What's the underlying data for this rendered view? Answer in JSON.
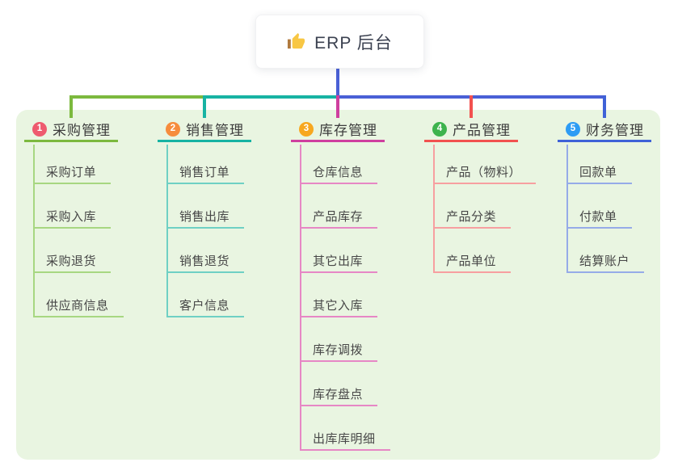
{
  "root": {
    "label": "ERP 后台",
    "icon": "thumbs-up-icon",
    "stem_color": "#4a60d6",
    "box_bg": "#ffffff"
  },
  "panel": {
    "bg_color": "#e9f5e1"
  },
  "branches": [
    {
      "badge": "1",
      "badge_color": "#ee5a6e",
      "label": "采购管理",
      "line_color": "#7cb93e",
      "child_line_color": "#a7d781",
      "children": [
        "采购订单",
        "采购入库",
        "采购退货",
        "供应商信息"
      ]
    },
    {
      "badge": "2",
      "badge_color": "#f68c3c",
      "label": "销售管理",
      "line_color": "#17b3a3",
      "child_line_color": "#6fd0c4",
      "children": [
        "销售订单",
        "销售出库",
        "销售退货",
        "客户信息"
      ]
    },
    {
      "badge": "3",
      "badge_color": "#f7a71f",
      "label": "库存管理",
      "line_color": "#cf3f9f",
      "child_line_color": "#e687c5",
      "children": [
        "仓库信息",
        "产品库存",
        "其它出库",
        "其它入库",
        "库存调拨",
        "库存盘点",
        "出库库明细"
      ]
    },
    {
      "badge": "4",
      "badge_color": "#3db34d",
      "label": "产品管理",
      "line_color": "#f2514f",
      "child_line_color": "#f79fa0",
      "children": [
        "产品（物料）",
        "产品分类",
        "产品单位"
      ]
    },
    {
      "badge": "5",
      "badge_color": "#2d9cf4",
      "label": "财务管理",
      "line_color": "#3f62d7",
      "child_line_color": "#96abe8",
      "children": [
        "回款单",
        "付款单",
        "结算账户"
      ]
    }
  ]
}
